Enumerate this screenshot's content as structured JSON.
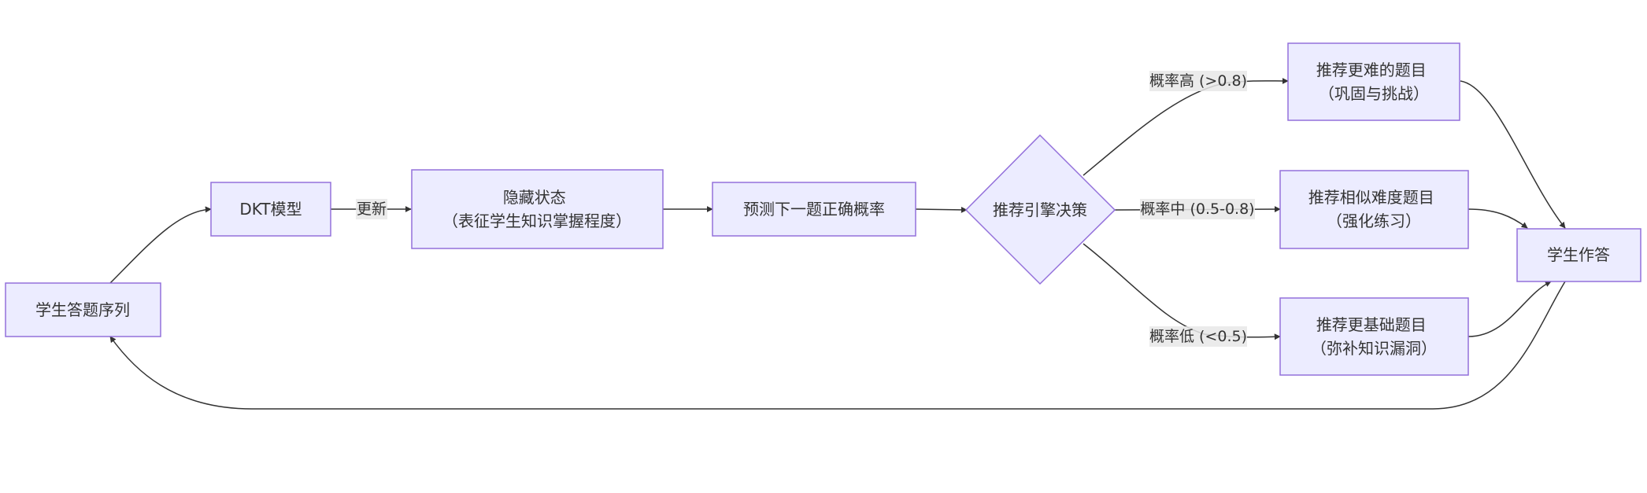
{
  "nodes": {
    "student_sequence": {
      "lines": [
        "学生答题序列"
      ]
    },
    "dkt_model": {
      "lines": [
        "DKT模型"
      ]
    },
    "hidden_state": {
      "lines": [
        "隐藏状态",
        "（表征学生知识掌握程度）"
      ]
    },
    "predict": {
      "lines": [
        "预测下一题正确概率"
      ]
    },
    "engine": {
      "lines": [
        "推荐引擎决策"
      ]
    },
    "harder": {
      "lines": [
        "推荐更难的题目",
        "（巩固与挑战）"
      ]
    },
    "similar": {
      "lines": [
        "推荐相似难度题目",
        "（强化练习）"
      ]
    },
    "basic": {
      "lines": [
        "推荐更基础题目",
        "（弥补知识漏洞）"
      ]
    },
    "answer": {
      "lines": [
        "学生作答"
      ]
    }
  },
  "edges": {
    "update": {
      "label": "更新"
    },
    "high": {
      "label": "概率高 (>0.8)"
    },
    "mid": {
      "label": "概率中 (0.5-0.8)"
    },
    "low": {
      "label": "概率低 (<0.5)"
    }
  }
}
